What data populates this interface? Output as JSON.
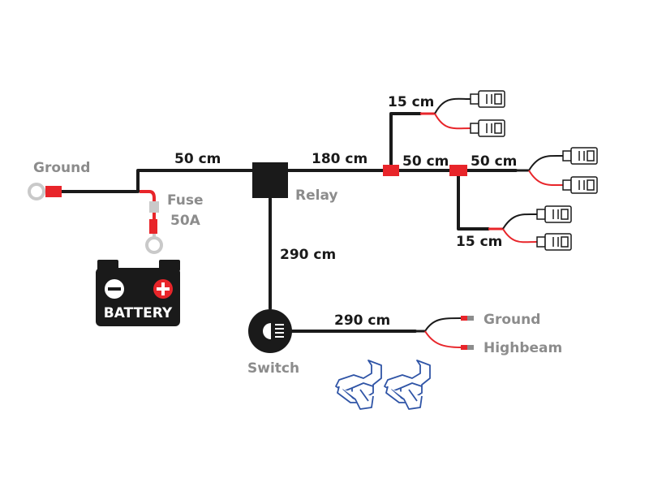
{
  "diagram": {
    "colors": {
      "wire": "#1a1a1a",
      "red": "#e8252a",
      "grey_label": "#8c8c8c",
      "clip_blue": "#2f54a6",
      "ring_grey": "#c9c9c9"
    },
    "labels": {
      "ground_left": "Ground",
      "fuse": "Fuse",
      "fuse_rating": "50A",
      "relay": "Relay",
      "switch": "Switch",
      "battery": "BATTERY",
      "ground_right": "Ground",
      "highbeam": "Highbeam"
    },
    "lengths": {
      "main": "50 cm",
      "relay_out": "180 cm",
      "branch_mid": "50 cm",
      "branch_end": "50 cm",
      "top_split": "15 cm",
      "bottom_split": "15 cm",
      "relay_to_switch": "290 cm",
      "switch_out": "290 cm"
    },
    "icons": {
      "battery": "battery-icon",
      "switch": "highbeam-icon",
      "clips": "wire-tap-connector-icon"
    }
  }
}
